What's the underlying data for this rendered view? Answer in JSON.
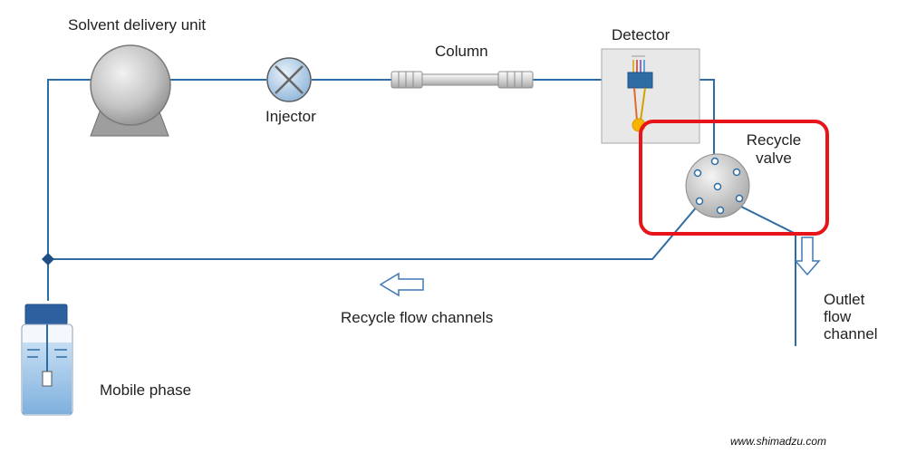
{
  "labels": {
    "solvent_delivery_unit": "Solvent delivery unit",
    "injector": "Injector",
    "column": "Column",
    "detector": "Detector",
    "recycle_valve_line1": "Recycle",
    "recycle_valve_line2": "valve",
    "recycle_flow_channels": "Recycle flow channels",
    "outlet_line1": "Outlet",
    "outlet_line2": "flow",
    "outlet_line3": "channel",
    "mobile_phase": "Mobile phase"
  },
  "credit": "www.shimadzu.com",
  "colors": {
    "pipe": "#2e6da4",
    "highlight": "#e8141c",
    "arrow": "#3f78b5",
    "pump_gray": "#bdbdbd",
    "bottle_cap": "#2e5f9e",
    "liquid": "#9cc3e6"
  }
}
